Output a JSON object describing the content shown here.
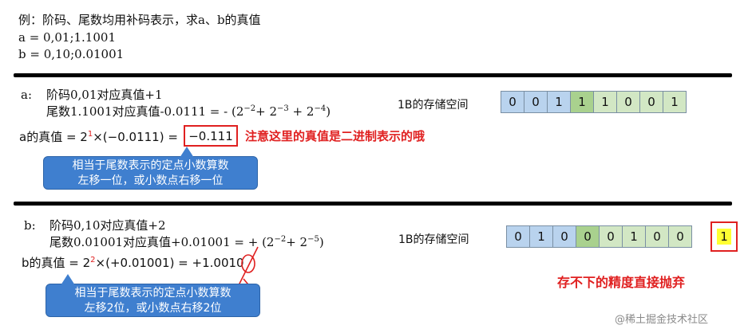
{
  "header": {
    "title": "例：阶码、尾数均用补码表示，求a、b的真值",
    "a_line": "a = 0,01;1.1001",
    "b_line": "b = 0,10;0.01001"
  },
  "section_a": {
    "label": "a:",
    "exp_text": "阶码0,01对应真值+1",
    "mant_text": "尾数1.1001对应真值-0.0111 = - (2",
    "mant_e1": "−2",
    "mant_p1": "+ 2",
    "mant_e2": "−3",
    "mant_p2": " + 2",
    "mant_e3": "−4",
    "mant_end": ")",
    "true_prefix": "a的真值 = 2",
    "true_exp": "1",
    "true_suffix": "×(−0.0111) =",
    "result": "−0.111",
    "note": "注意这里的真值是二进制表示的哦",
    "callout_line1": "相当于尾数表示的定点小数算数",
    "callout_line2": "左移一位，或小数点右移一位",
    "storage_label": "1B的存储空间",
    "bits": [
      "0",
      "0",
      "1",
      "1",
      "1",
      "0",
      "0",
      "1"
    ]
  },
  "section_b": {
    "label": "b:",
    "exp_text": "阶码0,10对应真值+2",
    "mant_text": "尾数0.01001对应真值+0.01001 = + (2",
    "mant_e1": "−2",
    "mant_p1": "+ 2",
    "mant_e2": "−5",
    "mant_end": ")",
    "true_prefix": "b的真值 = 2",
    "true_exp": "2",
    "true_suffix": "×(+0.01001) = +1.001",
    "struck_digit": "0",
    "callout_line1": "相当于尾数表示的定点小数算数",
    "callout_line2": "左移2位，或小数点右移2位",
    "storage_label": "1B的存储空间",
    "bits": [
      "0",
      "1",
      "0",
      "0",
      "0",
      "1",
      "0",
      "0"
    ],
    "overflow_bit": "1",
    "discard_note": "存不下的精度直接抛弃"
  },
  "watermark": "@稀土掘金技术社区",
  "colors": {
    "accent_red": "#e02020",
    "callout_blue": "#3f7fcf",
    "bit_blue": "#b9d3ee",
    "bit_green": "#a9d18e",
    "bit_light_green": "#d2e7c4",
    "highlight_yellow": "#ffff33"
  }
}
